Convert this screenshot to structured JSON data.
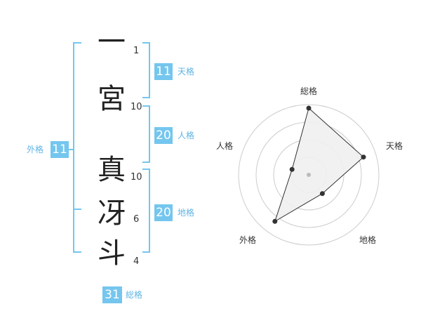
{
  "name": {
    "characters": [
      {
        "char": "一",
        "strokes": "1"
      },
      {
        "char": "宮",
        "strokes": "10"
      },
      {
        "char": "真",
        "strokes": "10"
      },
      {
        "char": "冴",
        "strokes": "6"
      },
      {
        "char": "斗",
        "strokes": "4"
      }
    ]
  },
  "fortune": {
    "tenkaku": {
      "value": "11",
      "label": "天格"
    },
    "jinkaku": {
      "value": "20",
      "label": "人格"
    },
    "chikaku": {
      "value": "20",
      "label": "地格"
    },
    "gaikaku": {
      "value": "11",
      "label": "外格"
    },
    "soukaku": {
      "value": "31",
      "label": "総格"
    }
  },
  "chart_data": {
    "type": "radar",
    "axes": [
      "総格",
      "天格",
      "地格",
      "外格",
      "人格"
    ],
    "rings": 4,
    "values": [
      0.95,
      0.82,
      0.33,
      0.82,
      0.25
    ],
    "colors": {
      "fill": "#f0f0f0",
      "stroke": "#333333",
      "grid": "#cccccc",
      "center": "#bbbbbb"
    }
  }
}
